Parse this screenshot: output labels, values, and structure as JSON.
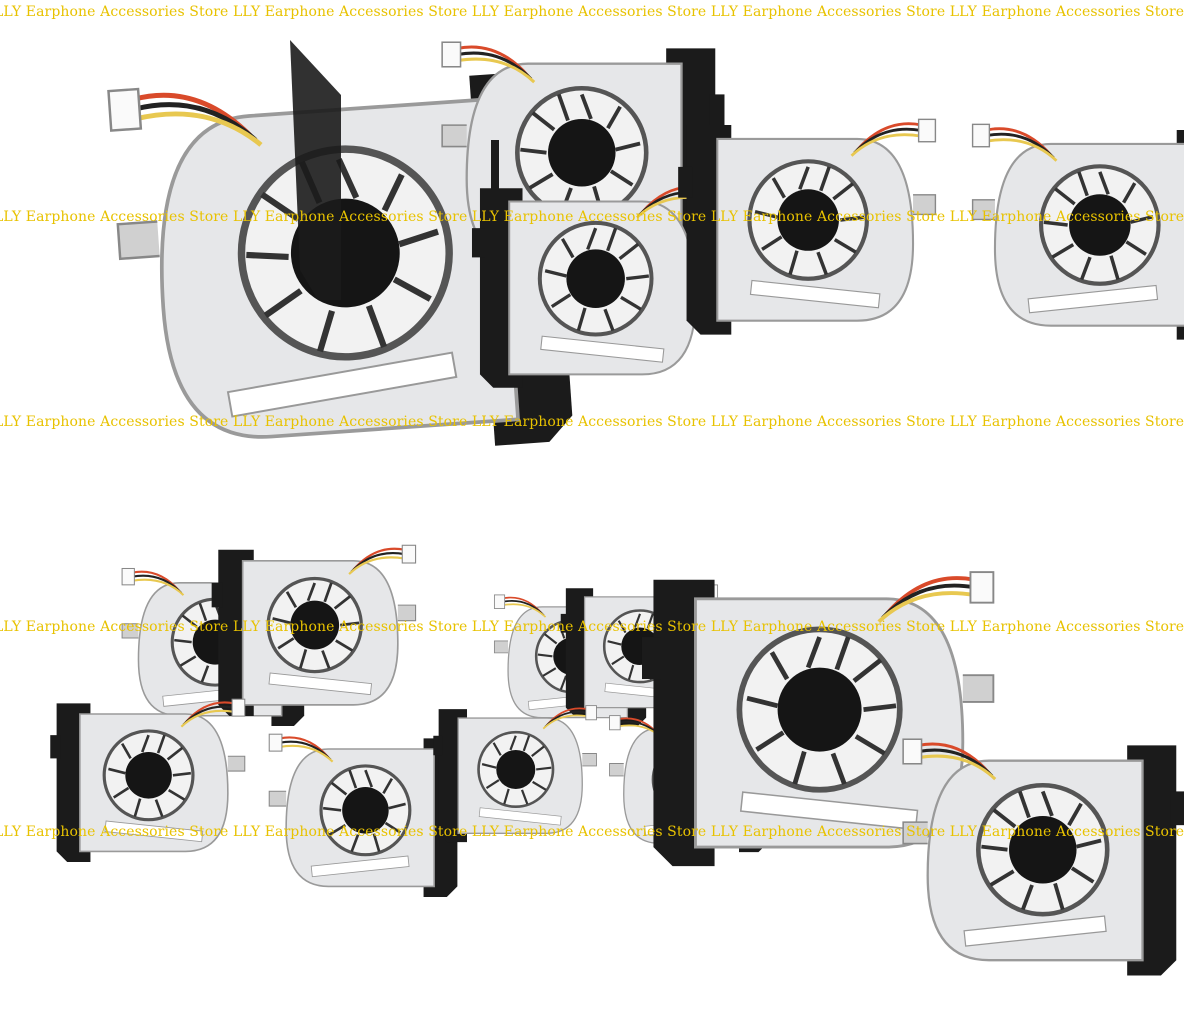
{
  "watermark": {
    "text": "LLY Earphone Accessories Store LLY Earphone Accessories Store LLY Earphone Accessories Store LLY Earphone Accessories Store LLY Earphone Accessories Store",
    "color": "#e8c200"
  },
  "colors": {
    "fan_housing": "#1b1b1b",
    "fan_plate": "#e6e7e9",
    "fan_hub": "#151515",
    "wires": [
      "#d94a2a",
      "#222222",
      "#e8c850",
      "#4a4a4a"
    ],
    "background": "#ffffff"
  },
  "tiles": [
    {
      "id": "t1",
      "subject": "single laptop cooling fan, close-up, angled"
    },
    {
      "id": "t2",
      "subject": "two laptop cooling fans, front and back"
    },
    {
      "id": "t3",
      "subject": "two laptop cooling fans, side by side"
    },
    {
      "id": "t4",
      "subject": "four laptop cooling fans"
    },
    {
      "id": "t5",
      "subject": "four laptop cooling fans, smaller"
    },
    {
      "id": "t6",
      "subject": "two laptop cooling fans, large"
    }
  ]
}
